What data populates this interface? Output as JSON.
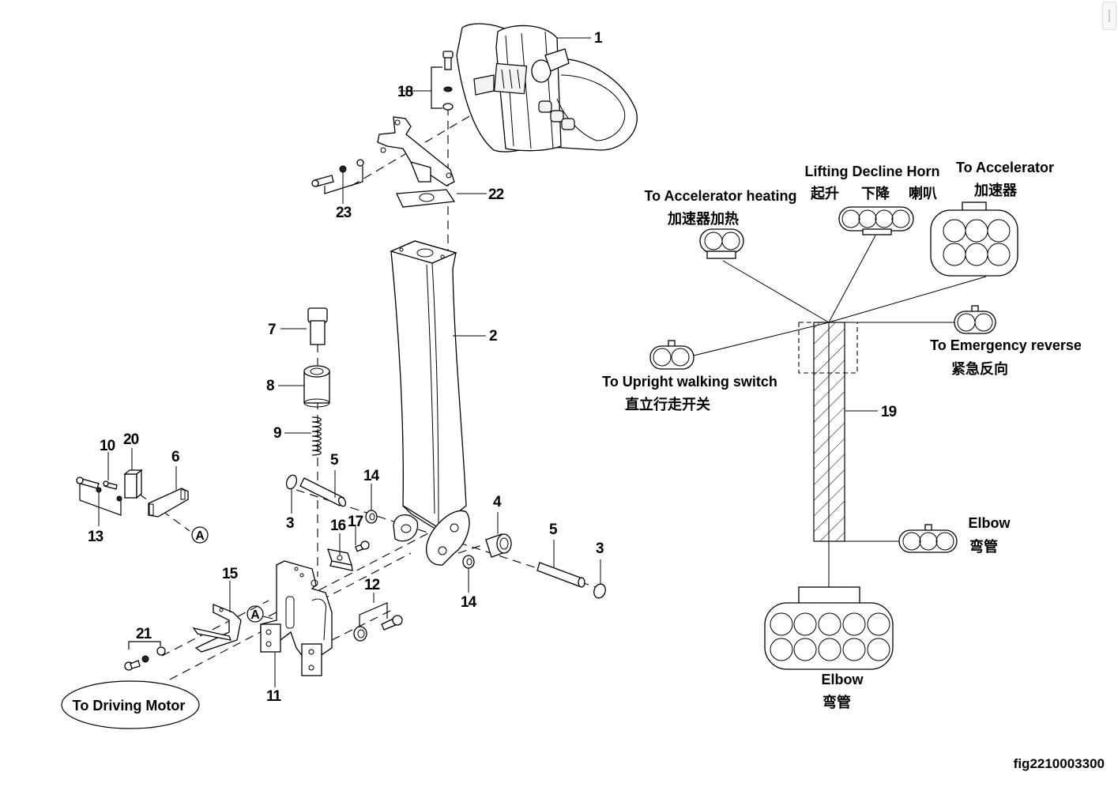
{
  "figure_id": "fig2210003300",
  "scrollbar_icon": "scroll-handle-icon",
  "callouts": [
    {
      "id": "1",
      "label": "1",
      "part": "handle-head"
    },
    {
      "id": "2",
      "label": "2",
      "part": "tiller-arm"
    },
    {
      "id": "3a",
      "label": "3",
      "part": "snap-ring-left"
    },
    {
      "id": "3b",
      "label": "3",
      "part": "snap-ring-right"
    },
    {
      "id": "4",
      "label": "4",
      "part": "bushing"
    },
    {
      "id": "5a",
      "label": "5",
      "part": "pin-left"
    },
    {
      "id": "5b",
      "label": "5",
      "part": "pin-right"
    },
    {
      "id": "6",
      "label": "6",
      "part": "switch-plate"
    },
    {
      "id": "7",
      "label": "7",
      "part": "bolt"
    },
    {
      "id": "8",
      "label": "8",
      "part": "sleeve"
    },
    {
      "id": "9",
      "label": "9",
      "part": "spring"
    },
    {
      "id": "10",
      "label": "10",
      "part": "screw"
    },
    {
      "id": "11",
      "label": "11",
      "part": "base-bracket"
    },
    {
      "id": "12",
      "label": "12",
      "part": "bolt-washer-set"
    },
    {
      "id": "13",
      "label": "13",
      "part": "nut-set"
    },
    {
      "id": "14a",
      "label": "14",
      "part": "bushing-upper"
    },
    {
      "id": "14b",
      "label": "14",
      "part": "bushing-lower"
    },
    {
      "id": "15",
      "label": "15",
      "part": "bracket"
    },
    {
      "id": "16",
      "label": "16",
      "part": "stop-block"
    },
    {
      "id": "17",
      "label": "17",
      "part": "screw"
    },
    {
      "id": "18",
      "label": "18",
      "part": "bolt-washer-set"
    },
    {
      "id": "19",
      "label": "19",
      "part": "wire-harness"
    },
    {
      "id": "20",
      "label": "20",
      "part": "switch"
    },
    {
      "id": "21",
      "label": "21",
      "part": "bolt-washer-set"
    },
    {
      "id": "22",
      "label": "22",
      "part": "handle-mount"
    },
    {
      "id": "23",
      "label": "23",
      "part": "bolt-washer-set"
    }
  ],
  "reference_marks": [
    {
      "id": "A1",
      "label": "A"
    },
    {
      "id": "A2",
      "label": "A"
    }
  ],
  "driving_motor_label": "To Driving Motor",
  "harness": {
    "accel_heating": {
      "en": "To Accelerator heating",
      "cn": "加速器加热",
      "pins": 2
    },
    "lift_decline_horn": {
      "en": "Lifting Decline Horn",
      "cn_lift": "起升",
      "cn_decline": "下降",
      "cn_horn": "喇叭",
      "pins": 4
    },
    "accelerator": {
      "en": "To Accelerator",
      "cn": "加速器",
      "pins": 6
    },
    "emergency_reverse": {
      "en": "To Emergency reverse",
      "cn": "紧急反向",
      "pins": 2
    },
    "upright_walking": {
      "en": "To Upright walking switch",
      "cn": "直立行走开关",
      "pins": 2
    },
    "elbow_small": {
      "en": "Elbow",
      "cn": "弯管",
      "pins": 3
    },
    "elbow_large": {
      "en": "Elbow",
      "cn": "弯管",
      "pins": 10
    }
  }
}
